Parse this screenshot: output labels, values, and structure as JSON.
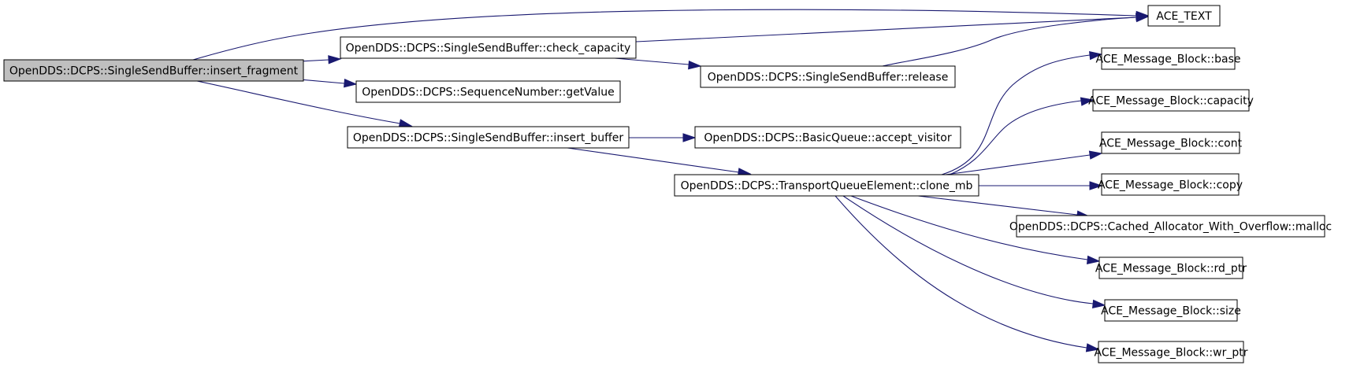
{
  "graph": {
    "colors": {
      "edge": "#191970",
      "root_fill": "#bfbfbf",
      "node_fill": "#ffffff",
      "border": "#000000"
    },
    "nodes": {
      "insert_fragment": "OpenDDS::DCPS::SingleSendBuffer::insert_fragment",
      "ace_text": "ACE_TEXT",
      "check_capacity": "OpenDDS::DCPS::SingleSendBuffer::check_capacity",
      "release": "OpenDDS::DCPS::SingleSendBuffer::release",
      "getValue": "OpenDDS::DCPS::SequenceNumber::getValue",
      "insert_buffer": "OpenDDS::DCPS::SingleSendBuffer::insert_buffer",
      "accept_visitor": "OpenDDS::DCPS::BasicQueue::accept_visitor",
      "clone_mb": "OpenDDS::DCPS::TransportQueueElement::clone_mb",
      "base": "ACE_Message_Block::base",
      "capacity": "ACE_Message_Block::capacity",
      "cont": "ACE_Message_Block::cont",
      "copy": "ACE_Message_Block::copy",
      "malloc": "OpenDDS::DCPS::Cached_Allocator_With_Overflow::malloc",
      "rd_ptr": "ACE_Message_Block::rd_ptr",
      "size": "ACE_Message_Block::size",
      "wr_ptr": "ACE_Message_Block::wr_ptr"
    },
    "edges": [
      [
        "insert_fragment",
        "ace_text"
      ],
      [
        "insert_fragment",
        "check_capacity"
      ],
      [
        "insert_fragment",
        "getValue"
      ],
      [
        "insert_fragment",
        "insert_buffer"
      ],
      [
        "check_capacity",
        "ace_text"
      ],
      [
        "check_capacity",
        "release"
      ],
      [
        "release",
        "ace_text"
      ],
      [
        "insert_buffer",
        "accept_visitor"
      ],
      [
        "insert_buffer",
        "clone_mb"
      ],
      [
        "clone_mb",
        "base"
      ],
      [
        "clone_mb",
        "capacity"
      ],
      [
        "clone_mb",
        "cont"
      ],
      [
        "clone_mb",
        "copy"
      ],
      [
        "clone_mb",
        "malloc"
      ],
      [
        "clone_mb",
        "rd_ptr"
      ],
      [
        "clone_mb",
        "size"
      ],
      [
        "clone_mb",
        "wr_ptr"
      ]
    ]
  }
}
